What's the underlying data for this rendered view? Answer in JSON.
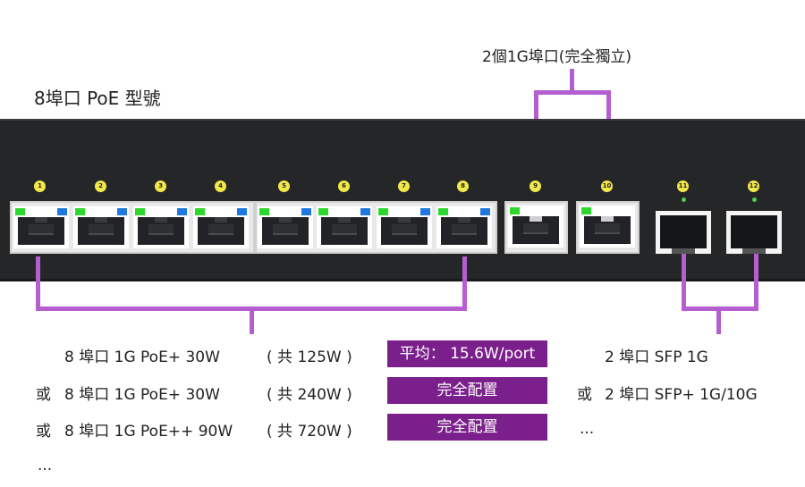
{
  "title": "8埠口 PoE 型號",
  "top_label": "2個1G埠口(完全獨立)",
  "ports": [
    "1",
    "2",
    "3",
    "4",
    "5",
    "6",
    "7",
    "8",
    "9",
    "10",
    "11",
    "12"
  ],
  "left_lines": [
    {
      "prefix": "",
      "model": "8 埠口 1G PoE+ 30W",
      "total": "( 共 125W )",
      "box": "平均： 15.6W/port"
    },
    {
      "prefix": "或",
      "model": "8 埠口 1G PoE+ 30W",
      "total": "( 共 240W )",
      "box": "完全配置"
    },
    {
      "prefix": "或",
      "model": "8 埠口 1G PoE++ 90W",
      "total": "( 共 720W )",
      "box": "完全配置"
    }
  ],
  "left_more": "...",
  "right_lines": [
    {
      "prefix": "",
      "text": "2 埠口 SFP 1G"
    },
    {
      "prefix": "或",
      "text": "2 埠口 SFP+ 1G/10G"
    }
  ],
  "right_more": "...",
  "colors": {
    "accent": "#b45ed0",
    "box": "#7a1f8b",
    "device": "#252628"
  }
}
